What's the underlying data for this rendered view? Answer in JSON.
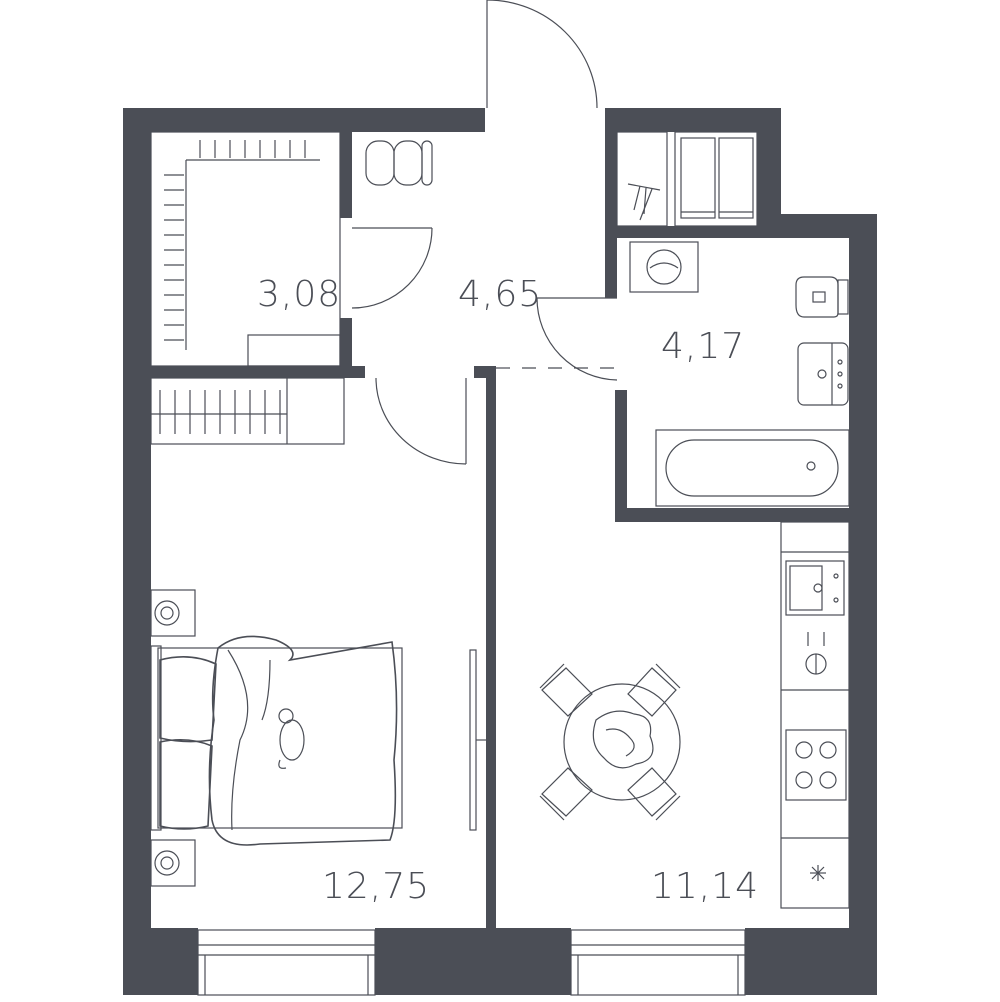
{
  "colors": {
    "wall": "#4b4e56",
    "line": "#4b4e56",
    "text": "#4b4e56",
    "background": "#ffffff"
  },
  "rooms": {
    "closet": {
      "area": "3,08"
    },
    "hall": {
      "area": "4,65"
    },
    "bathroom": {
      "area": "4,17"
    },
    "bedroom": {
      "area": "12,75"
    },
    "kitchen_living": {
      "area": "11,14"
    }
  },
  "icons": {
    "wardrobe": "wardrobe-icon",
    "bed": "double-bed-icon",
    "cat": "cat-icon",
    "dining_table": "round-table-icon",
    "bathtub": "bathtub-icon",
    "toilet": "toilet-icon",
    "sink": "washbasin-icon",
    "washer": "washing-machine-icon",
    "stove": "cooktop-icon",
    "kitchen_sink": "kitchen-sink-icon"
  }
}
